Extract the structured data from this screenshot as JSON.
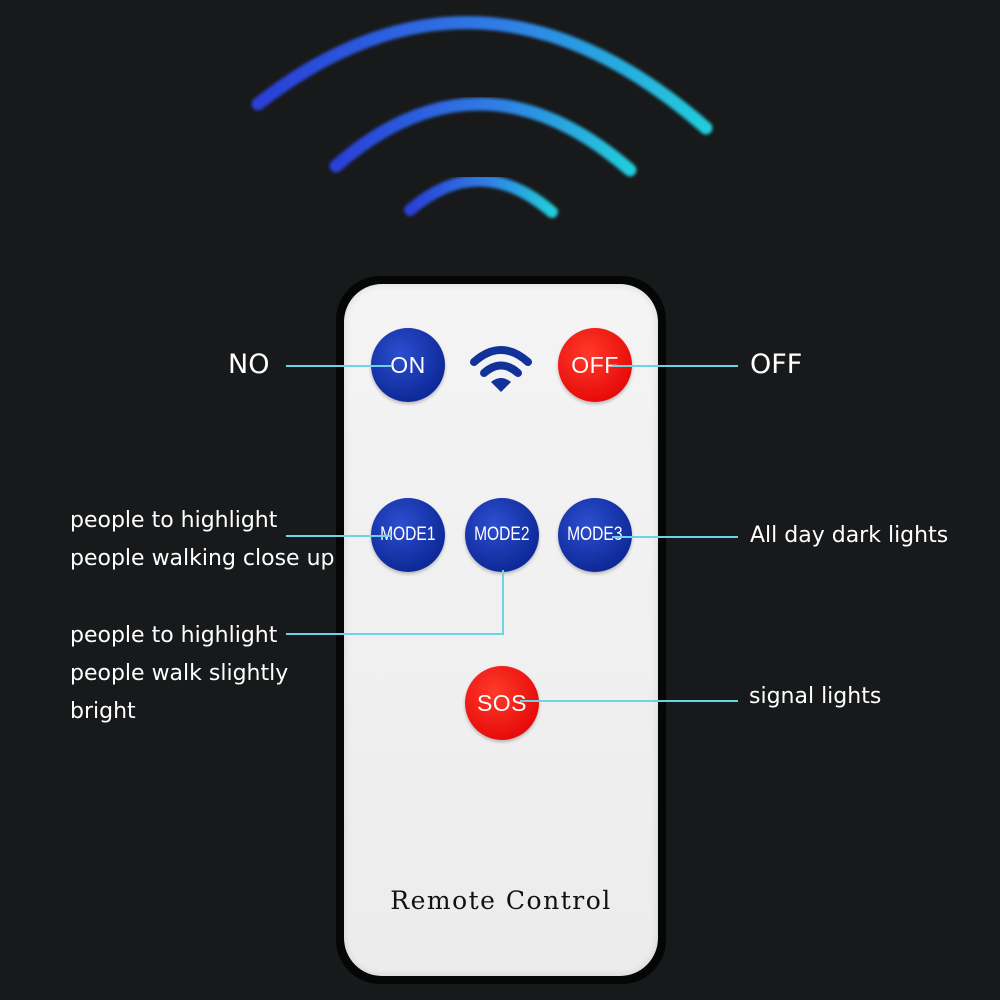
{
  "remote": {
    "buttons": {
      "on": "ON",
      "off": "OFF",
      "mode1": "MODE1",
      "mode2": "MODE2",
      "mode3": "MODE3",
      "sos": "SOS"
    },
    "brand_text": "Remote Control"
  },
  "callouts": {
    "on_label": "NO",
    "off_label": "OFF",
    "mode1_line1": "people to highlight",
    "mode1_line2": "people walking close up",
    "mode2_line1": "people to highlight",
    "mode2_line2": "people walk slightly",
    "mode2_line3": "bright",
    "mode3_label": "All day dark lights",
    "sos_label": "signal lights"
  },
  "colors": {
    "background": "#17191a",
    "button_blue": "#0f2a9a",
    "button_red": "#e80d0b",
    "leader_line": "#6fd3e6",
    "arc_blue": "#2b4fe0",
    "arc_cyan": "#22c8d8"
  }
}
